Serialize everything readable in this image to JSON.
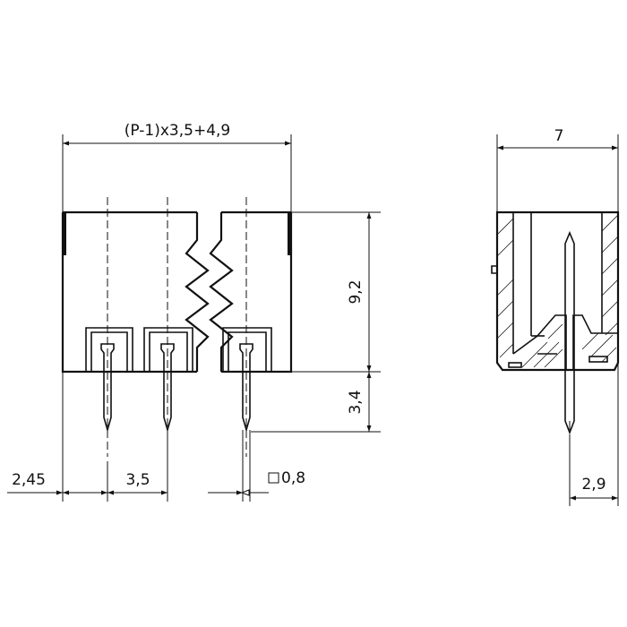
{
  "dimensions": {
    "overall_width": "(P-1)x3,5+4,9",
    "side_depth": "7",
    "body_height": "9,2",
    "pin_length": "3,4",
    "edge_offset": "2,45",
    "pitch": "3,5",
    "pin_square": "0,8",
    "side_pin_offset": "2,9"
  }
}
